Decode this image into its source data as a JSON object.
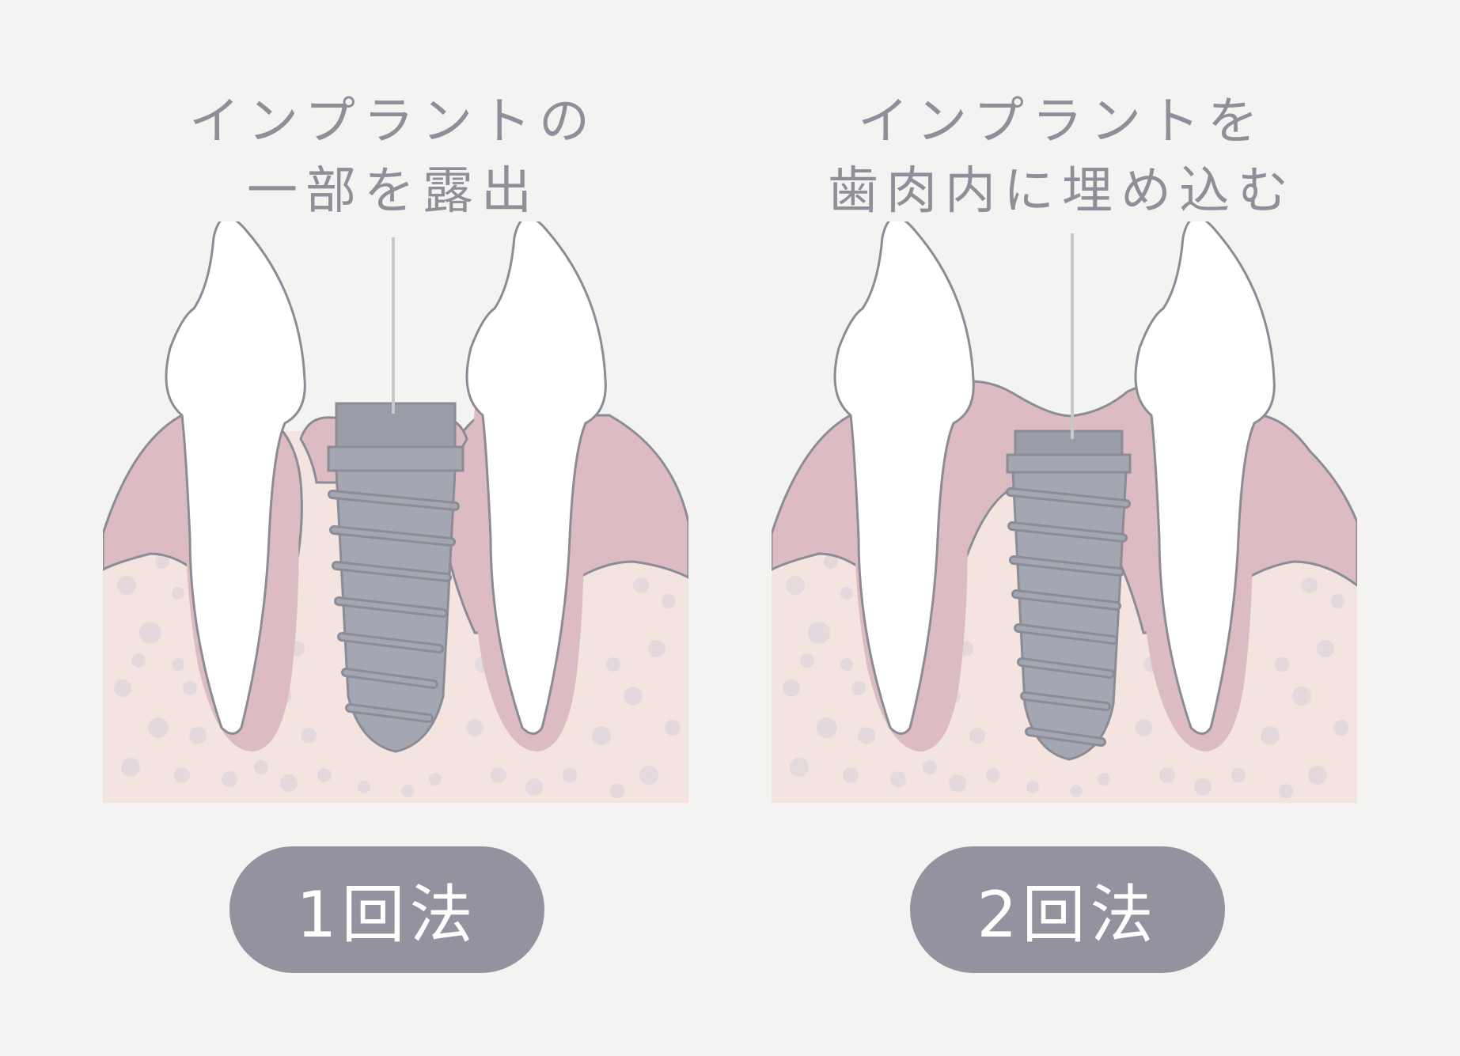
{
  "panels": [
    {
      "caption_line1": "インプラントの",
      "caption_line2": "一部を露出",
      "method_label": "1回法"
    },
    {
      "caption_line1": "インプラントを",
      "caption_line2": "歯肉内に埋め込む",
      "method_label": "2回法"
    }
  ],
  "colors": {
    "background": "#f3f3f1",
    "text": "#8e8f98",
    "pill": "#92939e",
    "pill_text": "#ffffff",
    "bone": "#f3e4df",
    "bone_spots": "#e2d8dc",
    "gum": "#dcbcc2",
    "gum_outline": "#8b8c96",
    "tooth": "#ffffff",
    "implant": "#a4a6b1",
    "implant_dark": "#9a9ca7",
    "pointer_line": "#c8c8c8"
  }
}
